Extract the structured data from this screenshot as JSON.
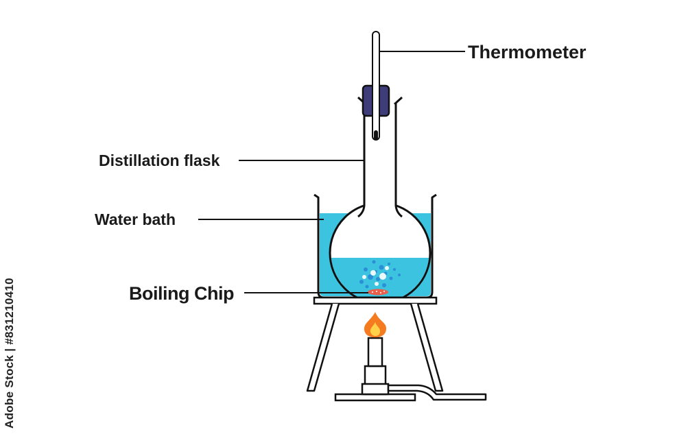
{
  "labels": {
    "thermometer": "Thermometer",
    "distillation_flask": "Distillation flask",
    "water_bath": "Water bath",
    "boiling_chip": "Boiling Chip"
  },
  "stock_id": "Adobe Stock | #831210410",
  "colors": {
    "water": "#3cc3df",
    "stopper": "#3e3d7a",
    "flame_outer": "#f47b20",
    "flame_inner": "#ffd24a",
    "bubbles": "#2a8fd6",
    "boiling_chip": "#e8604c"
  }
}
